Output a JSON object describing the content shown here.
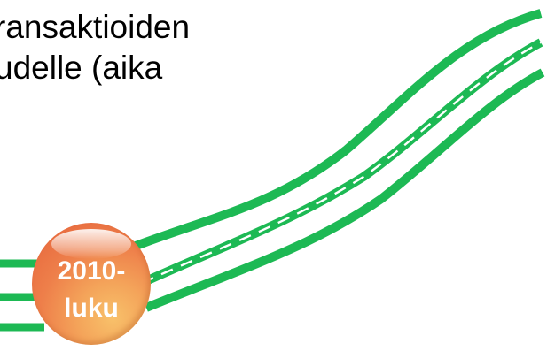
{
  "heading": {
    "line1": "ransaktioiden",
    "line2": "udelle (aika"
  },
  "badge": {
    "line1": "2010-",
    "line2": "luku"
  },
  "colors": {
    "road_edge": "#1db954",
    "road_surface": "#ffffff",
    "lane_marking": "#1db954",
    "badge": "#ee7f4a",
    "badge_text": "#ffffff"
  }
}
